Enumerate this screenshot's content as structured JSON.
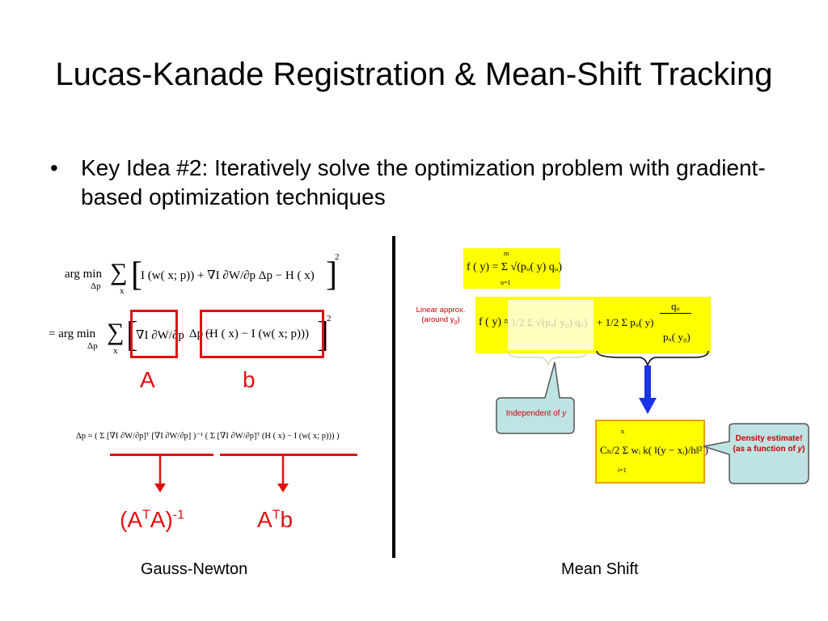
{
  "slide": {
    "title": "Lucas-Kanade Registration & Mean-Shift Tracking",
    "bullet_marker": "•",
    "bullet_text": "Key Idea #2: Iteratively solve the optimization problem with gradient-based optimization techniques"
  },
  "gauss_newton": {
    "caption": "Gauss-Newton",
    "eq1": {
      "argmin": "arg min",
      "sub": "Δp",
      "sum_sub": "x",
      "body": "I (w( x; p)) + ∇I ∂W/∂p Δp − H ( x)",
      "power": "2"
    },
    "eq2": {
      "prefix": "= arg min",
      "sub": "Δp",
      "sum_sub": "x",
      "term_a": "∇I ∂W/∂p",
      "mid": "Δp −",
      "term_b": "(H ( x) − I (w( x; p)))",
      "power": "2"
    },
    "label_a": "A",
    "label_b": "b",
    "eq3": "Δp = ( Σ [∇I ∂W/∂p]ᵀ [∇I ∂W/∂p] )⁻¹ ( Σ [∇I ∂W/∂p]ᵀ (H ( x) − I (w( x; p))) )",
    "result_left": {
      "base": "(A",
      "sup1": "T",
      "mid": "A)",
      "sup2": "-1"
    },
    "result_right": {
      "base": "A",
      "sup": "T",
      "tail": "b"
    }
  },
  "mean_shift": {
    "caption": "Mean Shift",
    "eq_top": "f ( y) = Σ √(pᵤ( y) qᵤ)",
    "eq_top_sum": {
      "upper": "m",
      "lower": "u=1"
    },
    "linear_approx_note": "Linear approx. (around y",
    "linear_approx_sub": "0",
    "linear_approx_end": ")",
    "eq_mid_left": "f ( y) ≈",
    "eq_mid_faded": "1/2 Σ √(pᵤ( y₀) qᵤ)",
    "eq_mid_plus": "+ 1/2 Σ pᵤ( y)",
    "eq_mid_frac_num": "qᵤ",
    "eq_mid_frac_den": "pᵤ( y₀)",
    "bubble_independent": "Independent of ",
    "bubble_independent_var": "y",
    "eq_bottom": "Cₕ/2 Σ wᵢ k( ‖(y − xᵢ)/h‖² )",
    "eq_bottom_sum": {
      "upper": "n",
      "lower": "i=1"
    },
    "bubble_density_line1": "Density estimate!",
    "bubble_density_line2": "(as a function of ",
    "bubble_density_var": "y",
    "bubble_density_end": ")"
  },
  "colors": {
    "highlight_red": "#e01010",
    "highlight_yellow": "#ffff00",
    "arrow_blue": "#1a33e6",
    "bubble_fill": "#bfe3e3",
    "box_orange": "#e8a000"
  }
}
